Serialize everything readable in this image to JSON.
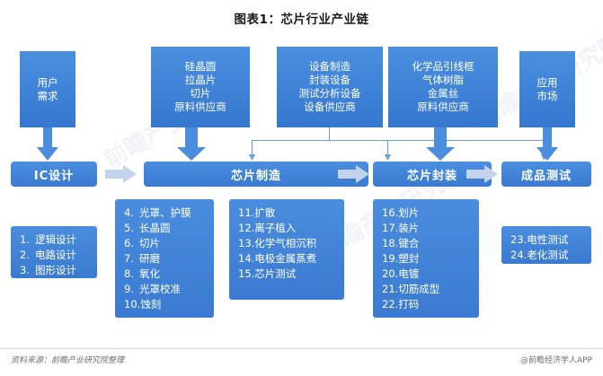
{
  "chart": {
    "title": "图表1：芯片行业产业链"
  },
  "suppliers": [
    {
      "name": "user-demand",
      "lines": [
        "用户",
        "需求"
      ]
    },
    {
      "name": "wafer-material-supplier",
      "lines": [
        "硅晶圆",
        "拉晶片",
        "切片",
        "原料供应商"
      ]
    },
    {
      "name": "equipment-supplier",
      "lines": [
        "设备制造",
        "封装设备",
        "测试分析设备",
        "设备供应商"
      ]
    },
    {
      "name": "chemical-material-supplier",
      "lines": [
        "化学品引线框",
        "气体树脂",
        "金属丝",
        "原料供应商"
      ]
    },
    {
      "name": "application-market",
      "lines": [
        "应用",
        "市场"
      ]
    }
  ],
  "stages": [
    {
      "name": "ic-design",
      "label": "IC设计"
    },
    {
      "name": "chip-manufacturing",
      "label": "芯片制造"
    },
    {
      "name": "chip-packaging",
      "label": "芯片封装"
    },
    {
      "name": "final-testing",
      "label": "成品测试"
    }
  ],
  "detail_groups": [
    {
      "name": "ic-design-steps",
      "items": [
        {
          "num": "1.",
          "text": "逻辑设计"
        },
        {
          "num": "2.",
          "text": "电路设计"
        },
        {
          "num": "3.",
          "text": "图形设计"
        }
      ]
    },
    {
      "name": "chip-manufacturing-steps-a",
      "items": [
        {
          "num": "4.",
          "text": "光罩、护膜"
        },
        {
          "num": "5.",
          "text": "长晶圆"
        },
        {
          "num": "6.",
          "text": "切片"
        },
        {
          "num": "7.",
          "text": "研磨"
        },
        {
          "num": "8.",
          "text": "氧化"
        },
        {
          "num": "9.",
          "text": "光罩校准"
        },
        {
          "num": "10.",
          "text": "蚀刻"
        }
      ]
    },
    {
      "name": "chip-manufacturing-steps-b",
      "items": [
        {
          "num": "11.",
          "text": "扩散"
        },
        {
          "num": "12.",
          "text": "离子植入"
        },
        {
          "num": "13.",
          "text": "化学气相沉积"
        },
        {
          "num": "14.",
          "text": "电极金属蒸煮"
        },
        {
          "num": "15.",
          "text": "芯片测试"
        }
      ]
    },
    {
      "name": "chip-packaging-steps",
      "items": [
        {
          "num": "16.",
          "text": "划片"
        },
        {
          "num": "17.",
          "text": "装片"
        },
        {
          "num": "18.",
          "text": "键合"
        },
        {
          "num": "19.",
          "text": "塑封"
        },
        {
          "num": "20.",
          "text": "电镀"
        },
        {
          "num": "21.",
          "text": "切筋成型"
        },
        {
          "num": "22.",
          "text": "打码"
        }
      ]
    },
    {
      "name": "final-testing-steps",
      "items": [
        {
          "num": "23.",
          "text": "电性测试"
        },
        {
          "num": "24.",
          "text": "老化测试"
        }
      ]
    }
  ],
  "footer": {
    "source": "资料来源：前瞻产业研究院整理",
    "brand": "@前瞻经济学人APP"
  },
  "watermark": "前瞻产业研究院",
  "colors": {
    "box_blue": "#3d85d8",
    "bar_blue": "#4b8fe0",
    "arrow_gray_blue": "#c3d3ec",
    "line_blue": "#6f9fd8"
  }
}
